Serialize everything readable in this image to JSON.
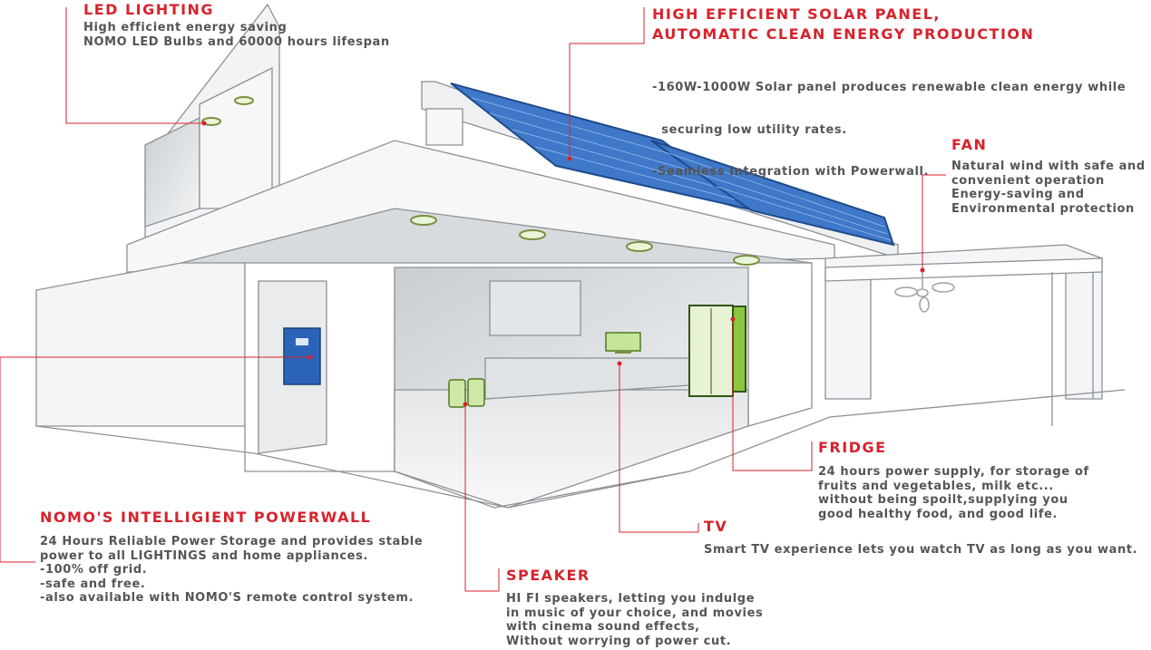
{
  "callouts": {
    "led": {
      "title": "LED LIGHTING",
      "lines": [
        "High efficient energy saving",
        "NOMO LED Bulbs and 60000 hours lifespan"
      ]
    },
    "solar": {
      "title_lines": [
        "HIGH EFFICIENT SOLAR PANEL,",
        "AUTOMATIC CLEAN ENERGY PRODUCTION"
      ],
      "lines": [
        "-160W-1000W Solar panel produces renewable clean energy while",
        "  securing low utility rates.",
        "-Seamless Integration with Powerwall."
      ]
    },
    "fan": {
      "title": "FAN",
      "lines": [
        "Natural wind with safe and",
        "convenient operation",
        "Energy-saving and",
        "Environmental protection"
      ]
    },
    "fridge": {
      "title": "FRIDGE",
      "lines": [
        "24 hours power supply, for storage of",
        "fruits and vegetables, milk etc...",
        "without being spoilt,supplying you",
        "good healthy food, and good life."
      ]
    },
    "tv": {
      "title": "TV",
      "lines": [
        "Smart TV experience lets you watch TV as long as you want."
      ]
    },
    "powerwall": {
      "title": "NOMO'S INTELLIGIENT POWERWALL",
      "lines": [
        "24 Hours Reliable Power Storage and provides stable",
        "power to all LIGHTINGS and home appliances.",
        "-100% off grid.",
        "-safe and free.",
        "-also available with NOMO'S remote control system."
      ]
    },
    "speaker": {
      "title": "SPEAKER",
      "lines": [
        "HI FI speakers, letting you indulge",
        "in music of your choice, and movies",
        "with cinema sound effects,",
        "Without worrying of power cut."
      ]
    }
  },
  "colors": {
    "accent_red": "#d8222b",
    "text_gray": "#555555",
    "solar_blue": "#2a5fb0",
    "appliance_green": "#8cc63f",
    "powerwall_blue": "#2b63b8"
  }
}
